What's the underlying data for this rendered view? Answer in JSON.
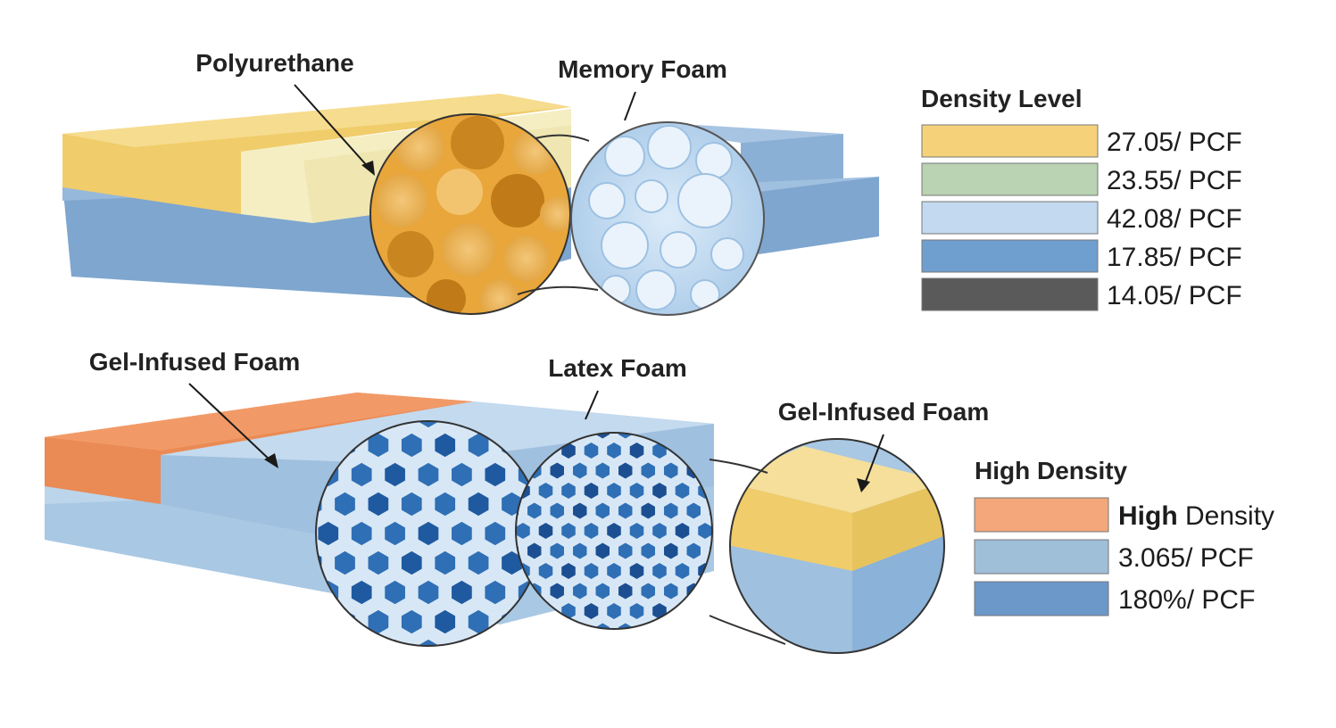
{
  "diagram": {
    "top_labels": {
      "polyurethane": "Polyurethane",
      "memory_foam": "Memory Foam"
    },
    "bottom_labels": {
      "gel_infused_left": "Gel-Infused Foam",
      "latex_foam": "Latex Foam",
      "gel_infused_right": "Gel-Infused Foam"
    },
    "legend_top": {
      "title": "Density Level",
      "items": [
        {
          "label": "27.05/ PCF",
          "color": "#f5d27a"
        },
        {
          "label": "23.55/ PCF",
          "color": "#b9d3b3"
        },
        {
          "label": "42.08/ PCF",
          "color": "#c3d9ef"
        },
        {
          "label": "17.85/ PCF",
          "color": "#6f9fcf"
        },
        {
          "label": "14.05/ PCF",
          "color": "#5a5a5a"
        }
      ]
    },
    "legend_bottom": {
      "title": "High Density",
      "items": [
        {
          "label_bold": "High",
          "label": " Density",
          "color": "#f3a77a"
        },
        {
          "label": "3.065/ PCF",
          "color": "#9fbfd9"
        },
        {
          "label": "180%/ PCF",
          "color": "#6b97c9"
        }
      ]
    },
    "colors": {
      "yellow_foam": "#f0cc6a",
      "cream_foam": "#f5eec3",
      "blue_foam": "#7ea6cf",
      "light_blue_foam": "#a9c8e3",
      "orange_foam": "#ea8a55",
      "cell_orange": "#d99a2e",
      "cell_blue": "#2f6fb5"
    }
  }
}
